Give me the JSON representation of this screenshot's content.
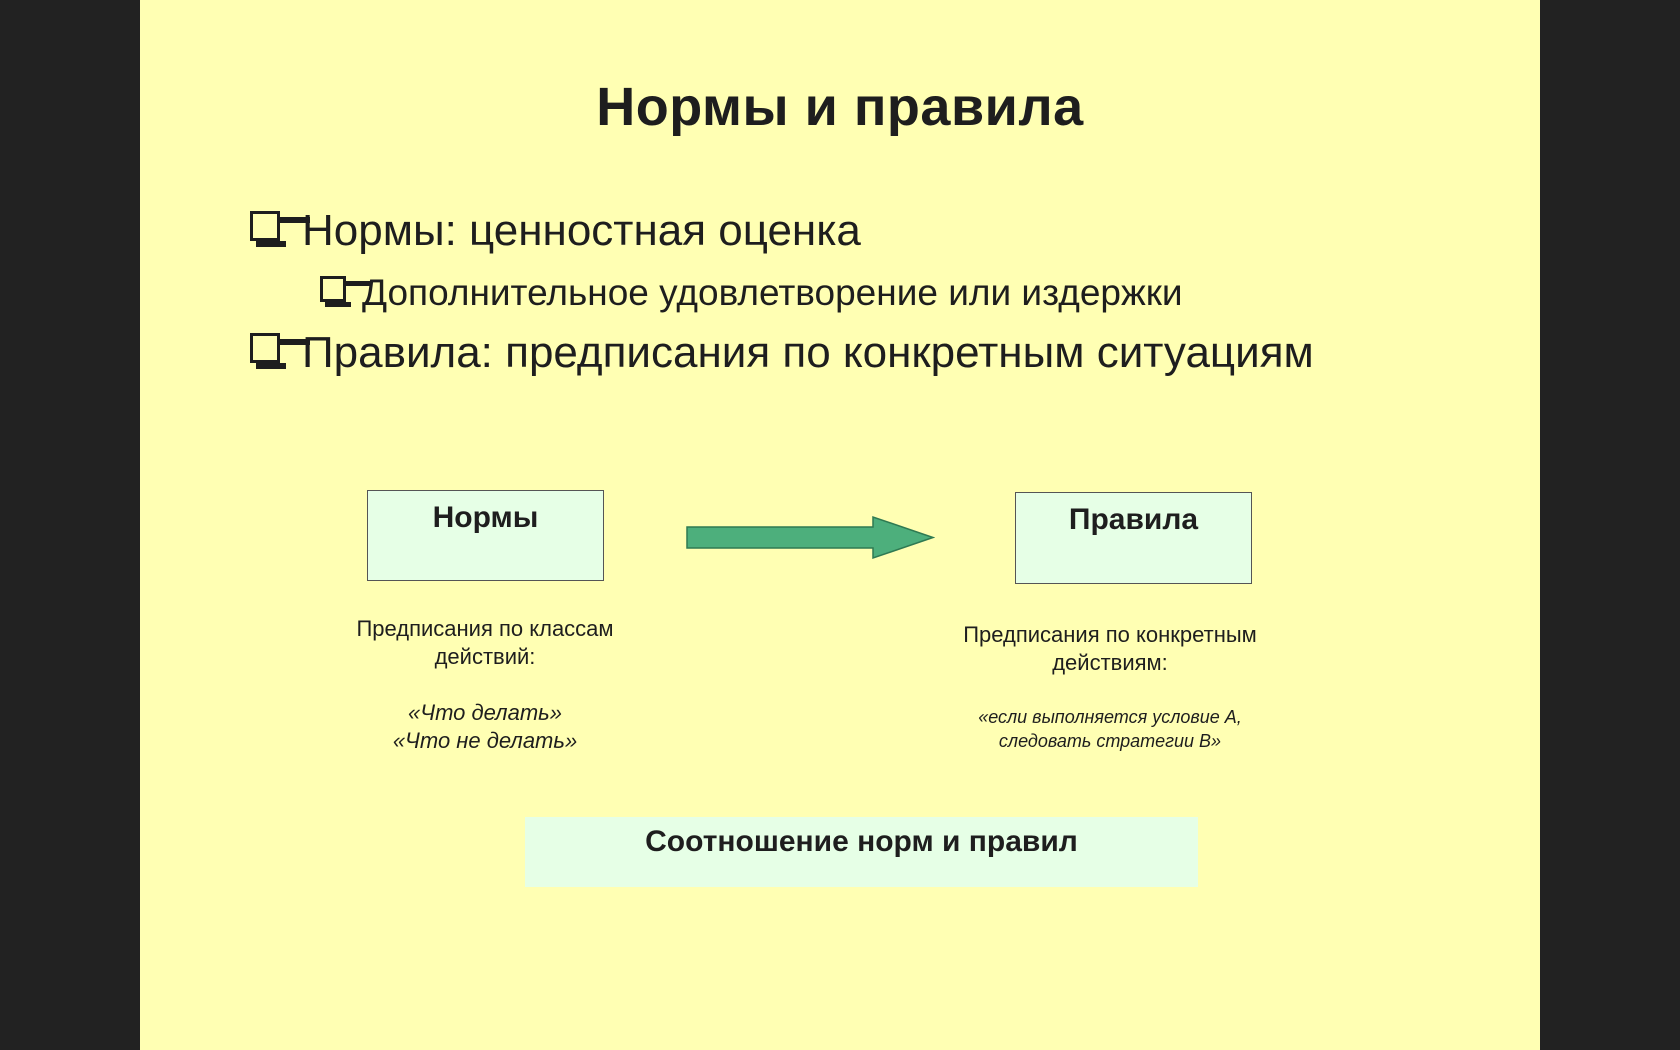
{
  "slide": {
    "title": "Нормы и правила",
    "bullets": [
      {
        "level": 1,
        "text": "Нормы: ценностная оценка"
      },
      {
        "level": 2,
        "text": "Дополнительное удовлетворение или издержки"
      },
      {
        "level": 1,
        "text": "Правила: предписания по конкретным ситуациям"
      }
    ],
    "diagram": {
      "left_box": "Нормы",
      "right_box": "Правила",
      "left_desc": {
        "line1": "Предписания по классам",
        "line2": "действий:",
        "quote1": "«Что делать»",
        "quote2": "«Что не делать»"
      },
      "right_desc": {
        "line1": "Предписания по конкретным",
        "line2": "действиям:",
        "quote1": "«если выполняется условие А,",
        "quote2": "следовать стратегии В»"
      },
      "arrow_color": "#4daf7c"
    },
    "caption": "Соотношение норм и правил",
    "colors": {
      "background": "#ffffb3",
      "box_fill": "#e6ffe6",
      "frame": "#222222"
    }
  }
}
